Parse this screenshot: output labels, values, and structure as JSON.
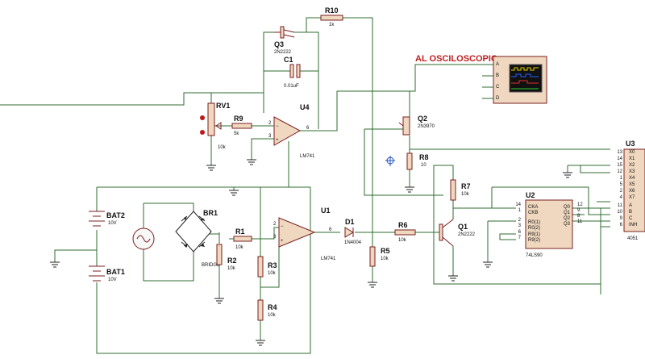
{
  "components": {
    "r10": {
      "ref": "R10",
      "value": "1k"
    },
    "q3": {
      "ref": "Q3",
      "value": "2N2222"
    },
    "c1": {
      "ref": "C1",
      "value": "0.01uF"
    },
    "rv1": {
      "ref": "RV1",
      "value": "10k"
    },
    "r9": {
      "ref": "R9",
      "value": "5k"
    },
    "u4": {
      "ref": "U4",
      "value": "LM741",
      "pin_minus": "2",
      "pin_plus": "3",
      "pin_out": "6"
    },
    "scope": {
      "title": "AL OSCILOSCOPIO",
      "pins": [
        "A",
        "B",
        "C",
        "D"
      ]
    },
    "q2": {
      "ref": "Q2",
      "value": "2N3970"
    },
    "r8": {
      "ref": "R8",
      "value": "10"
    },
    "u3": {
      "ref": "U3",
      "value": "4051",
      "left_pins": [
        "13",
        "14",
        "15",
        "12",
        "1",
        "5",
        "2",
        "4",
        "11",
        "10",
        "9",
        "6"
      ],
      "right_pins": [
        "X0",
        "X1",
        "X2",
        "X3",
        "X4",
        "X5",
        "X6",
        "X7",
        "A",
        "B",
        "C",
        "INH"
      ]
    },
    "r7": {
      "ref": "R7",
      "value": "10k"
    },
    "u2": {
      "ref": "U2",
      "value": "74LS90",
      "in_labels": [
        "CKA",
        "CKB",
        "R0(1)",
        "R0(2)",
        "R9(1)",
        "R9(2)"
      ],
      "in_pins": [
        "14",
        "1",
        "2",
        "3",
        "6",
        "7"
      ],
      "out_labels": [
        "Q0",
        "Q1",
        "Q2",
        "Q3"
      ],
      "out_pins": [
        "12",
        "9",
        "8",
        "11"
      ]
    },
    "bat2": {
      "ref": "BAT2",
      "value": "10V"
    },
    "bat1": {
      "ref": "BAT1",
      "value": "10V"
    },
    "br1": {
      "ref": "BR1",
      "value": "BRIDGE"
    },
    "r1": {
      "ref": "R1",
      "value": "10k"
    },
    "r2": {
      "ref": "R2",
      "value": "10k"
    },
    "u1": {
      "ref": "U1",
      "value": "LM741",
      "pin_minus": "2",
      "pin_plus": "3",
      "pin_out": "6"
    },
    "r3": {
      "ref": "R3",
      "value": "10k"
    },
    "r4": {
      "ref": "R4",
      "value": "10k"
    },
    "d1": {
      "ref": "D1",
      "value": "1N4004"
    },
    "r5": {
      "ref": "R5",
      "value": "10k"
    },
    "r6": {
      "ref": "R6",
      "value": "10k"
    },
    "q1": {
      "ref": "Q1",
      "value": "2N2222"
    }
  },
  "colors": {
    "wire": "#2f6b2f",
    "component": "#7a1f1f",
    "body": "#f0d8c0",
    "scope_title": "#c02020"
  }
}
